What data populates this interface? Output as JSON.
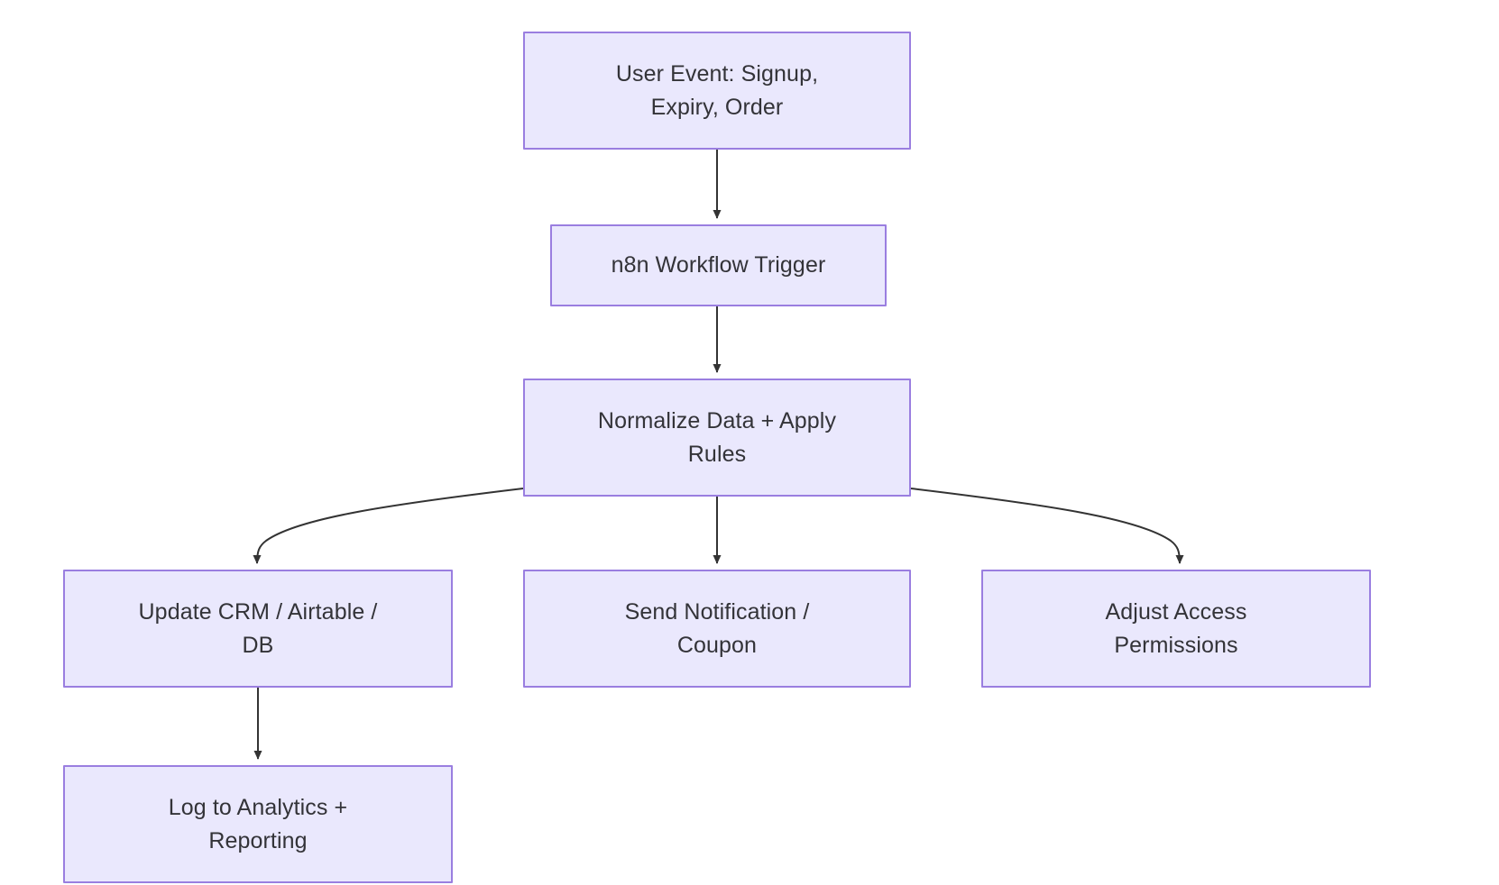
{
  "diagram": {
    "type": "flowchart",
    "direction": "top-down",
    "background_color": "#ffffff",
    "node_fill_color": "#eae8fd",
    "node_border_color": "#9a7ee0",
    "node_text_color": "#333338",
    "edge_color": "#333333",
    "nodes": [
      {
        "id": "user-event",
        "label": "User Event: Signup,\nExpiry, Order"
      },
      {
        "id": "workflow-trigger",
        "label": "n8n Workflow Trigger"
      },
      {
        "id": "normalize",
        "label": "Normalize Data + Apply\nRules"
      },
      {
        "id": "update-crm",
        "label": "Update CRM / Airtable /\nDB"
      },
      {
        "id": "send-notification",
        "label": "Send Notification /\nCoupon"
      },
      {
        "id": "adjust-access",
        "label": "Adjust Access\nPermissions"
      },
      {
        "id": "log-analytics",
        "label": "Log to Analytics +\nReporting"
      }
    ],
    "edges": [
      {
        "from": "user-event",
        "to": "workflow-trigger",
        "style": "straight-arrow"
      },
      {
        "from": "workflow-trigger",
        "to": "normalize",
        "style": "straight-arrow"
      },
      {
        "from": "normalize",
        "to": "update-crm",
        "style": "curved-arrow"
      },
      {
        "from": "normalize",
        "to": "send-notification",
        "style": "straight-arrow"
      },
      {
        "from": "normalize",
        "to": "adjust-access",
        "style": "curved-arrow"
      },
      {
        "from": "update-crm",
        "to": "log-analytics",
        "style": "straight-arrow"
      }
    ]
  }
}
